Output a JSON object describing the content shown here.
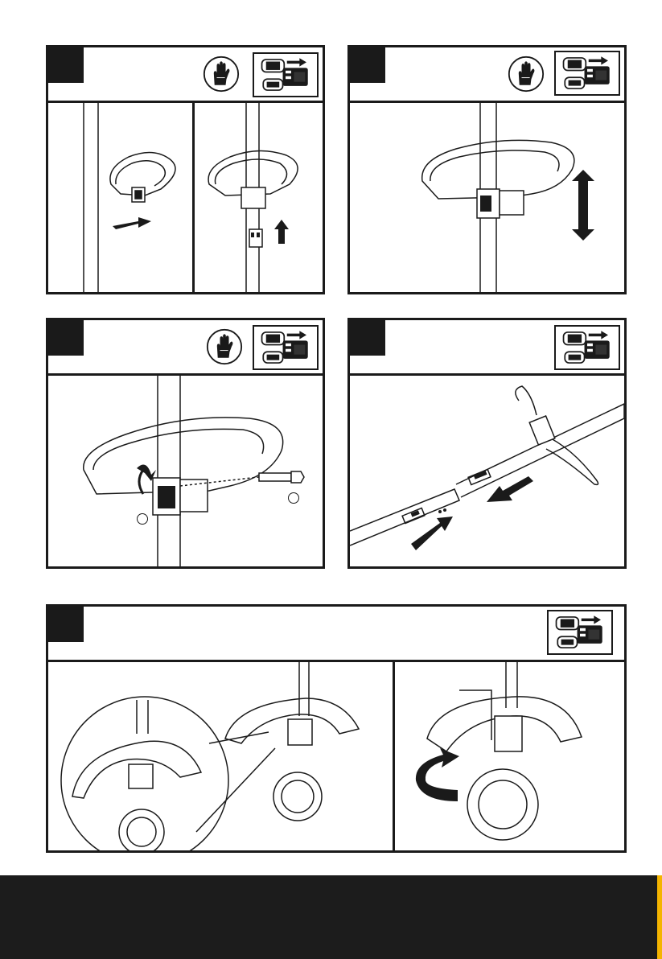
{
  "manual_page": {
    "steps": [
      {
        "panel": "belt-attach",
        "icons": [
          "glove-icon",
          "battery-removed-icon"
        ]
      },
      {
        "panel": "belt-adjust",
        "icons": [
          "glove-icon",
          "battery-removed-icon"
        ]
      },
      {
        "panel": "belt-bolt",
        "icons": [
          "glove-icon",
          "battery-removed-icon"
        ]
      },
      {
        "panel": "shaft-connect",
        "icons": [
          "battery-removed-icon"
        ]
      },
      {
        "panel": "guard-fit",
        "icons": [
          "battery-removed-icon"
        ]
      }
    ],
    "colors": {
      "ink": "#1a1a1a",
      "footer": "#1c1c1c",
      "accent": "#f4b400"
    }
  }
}
